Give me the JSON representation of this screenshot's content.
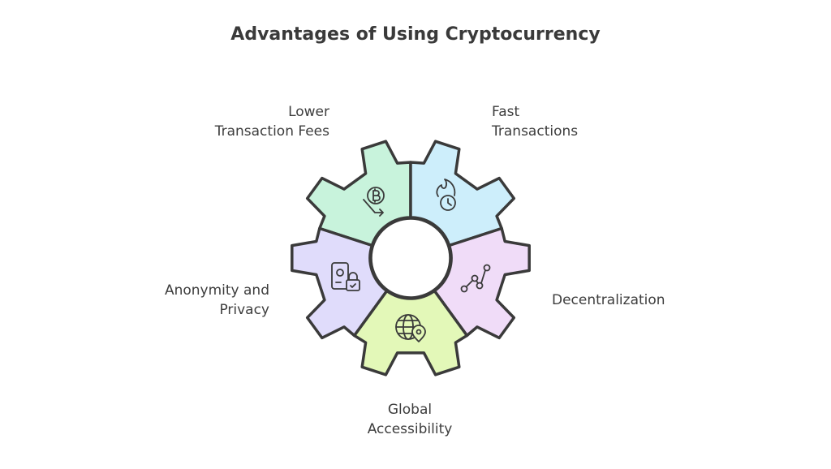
{
  "title": "Advantages of Using Cryptocurrency",
  "segments": [
    {
      "key": "fees",
      "line1": "Lower",
      "line2": "Transaction Fees",
      "color": "#c8f3dc",
      "icon": "bitcoin-down-icon"
    },
    {
      "key": "fast",
      "line1": "Fast",
      "line2": "Transactions",
      "color": "#cdeefb",
      "icon": "fire-clock-icon"
    },
    {
      "key": "decentral",
      "line1": "Decentralization",
      "line2": "",
      "color": "#f0dcf8",
      "icon": "network-nodes-icon"
    },
    {
      "key": "global",
      "line1": "Global",
      "line2": "Accessibility",
      "color": "#e3f8b8",
      "icon": "globe-pin-icon"
    },
    {
      "key": "anon",
      "line1": "Anonymity and",
      "line2": "Privacy",
      "color": "#e0dcfb",
      "icon": "phone-lock-icon"
    }
  ]
}
